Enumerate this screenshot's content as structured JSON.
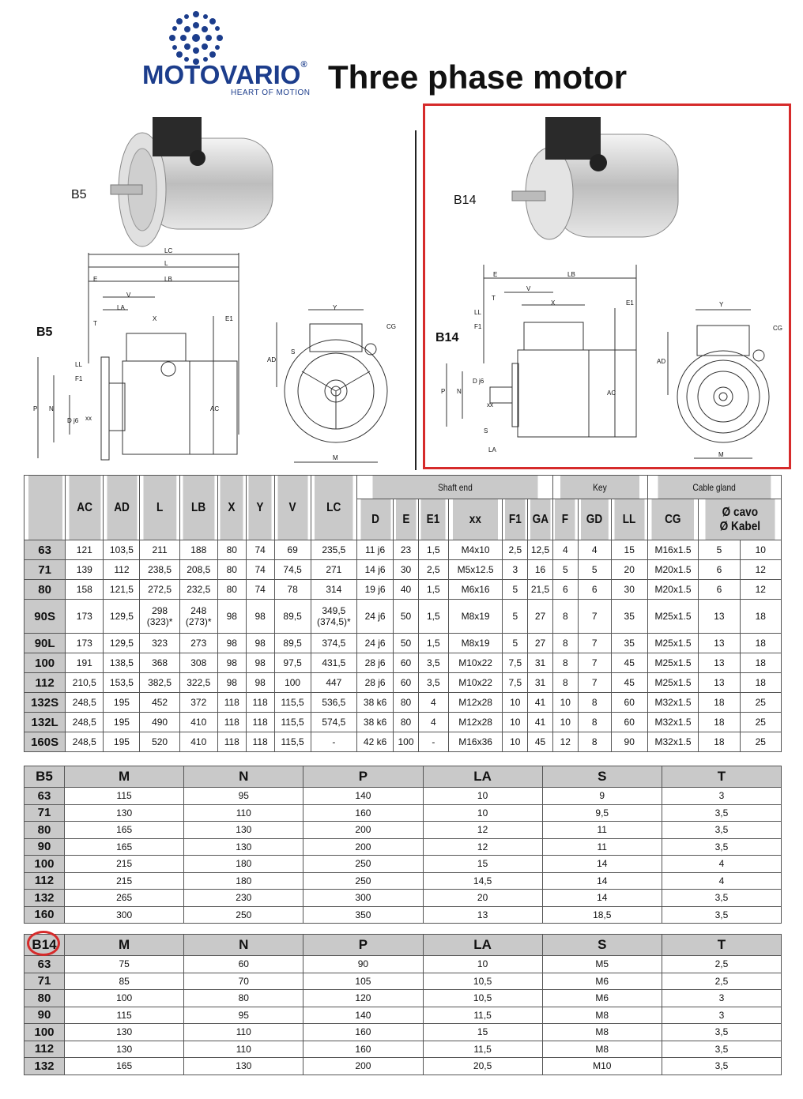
{
  "header": {
    "brand": "MOTOVARIO",
    "registered": "®",
    "tagline": "HEART OF MOTION",
    "title": "Three phase motor"
  },
  "drawings": {
    "b5_photo_label": "B5",
    "b14_photo_label": "B14",
    "b5_drawing_label": "B5",
    "b14_drawing_label": "B14",
    "dim_labels": [
      "LC",
      "L",
      "E",
      "LB",
      "V",
      "LA",
      "X",
      "E1",
      "T",
      "LL",
      "F1",
      "P",
      "N",
      "D j6",
      "xx",
      "AC",
      "Y",
      "CG",
      "AD",
      "S",
      "M"
    ]
  },
  "main_table": {
    "group_headers": {
      "shaft_end": "Shaft end",
      "key": "Key",
      "cable_gland": "Cable gland"
    },
    "columns": [
      "AC",
      "AD",
      "L",
      "LB",
      "X",
      "Y",
      "V",
      "LC",
      "D",
      "E",
      "E1",
      "xx",
      "F1",
      "GA",
      "F",
      "GD",
      "LL",
      "CG",
      "Ø cavo Ø Kabel"
    ],
    "cavo": "Ø cavo",
    "kabel": "Ø Kabel",
    "rows": [
      [
        "63",
        "121",
        "103,5",
        "211",
        "188",
        "80",
        "74",
        "69",
        "235,5",
        "11 j6",
        "23",
        "1,5",
        "M4x10",
        "2,5",
        "12,5",
        "4",
        "4",
        "15",
        "M16x1.5",
        "5",
        "10"
      ],
      [
        "71",
        "139",
        "112",
        "238,5",
        "208,5",
        "80",
        "74",
        "74,5",
        "271",
        "14 j6",
        "30",
        "2,5",
        "M5x12.5",
        "3",
        "16",
        "5",
        "5",
        "20",
        "M20x1.5",
        "6",
        "12"
      ],
      [
        "80",
        "158",
        "121,5",
        "272,5",
        "232,5",
        "80",
        "74",
        "78",
        "314",
        "19 j6",
        "40",
        "1,5",
        "M6x16",
        "5",
        "21,5",
        "6",
        "6",
        "30",
        "M20x1.5",
        "6",
        "12"
      ],
      [
        "90S",
        "173",
        "129,5",
        "298\n(323)*",
        "248\n(273)*",
        "98",
        "98",
        "89,5",
        "349,5\n(374,5)*",
        "24 j6",
        "50",
        "1,5",
        "M8x19",
        "5",
        "27",
        "8",
        "7",
        "35",
        "M25x1.5",
        "13",
        "18"
      ],
      [
        "90L",
        "173",
        "129,5",
        "323",
        "273",
        "98",
        "98",
        "89,5",
        "374,5",
        "24 j6",
        "50",
        "1,5",
        "M8x19",
        "5",
        "27",
        "8",
        "7",
        "35",
        "M25x1.5",
        "13",
        "18"
      ],
      [
        "100",
        "191",
        "138,5",
        "368",
        "308",
        "98",
        "98",
        "97,5",
        "431,5",
        "28 j6",
        "60",
        "3,5",
        "M10x22",
        "7,5",
        "31",
        "8",
        "7",
        "45",
        "M25x1.5",
        "13",
        "18"
      ],
      [
        "112",
        "210,5",
        "153,5",
        "382,5",
        "322,5",
        "98",
        "98",
        "100",
        "447",
        "28 j6",
        "60",
        "3,5",
        "M10x22",
        "7,5",
        "31",
        "8",
        "7",
        "45",
        "M25x1.5",
        "13",
        "18"
      ],
      [
        "132S",
        "248,5",
        "195",
        "452",
        "372",
        "118",
        "118",
        "115,5",
        "536,5",
        "38 k6",
        "80",
        "4",
        "M12x28",
        "10",
        "41",
        "10",
        "8",
        "60",
        "M32x1.5",
        "18",
        "25"
      ],
      [
        "132L",
        "248,5",
        "195",
        "490",
        "410",
        "118",
        "118",
        "115,5",
        "574,5",
        "38 k6",
        "80",
        "4",
        "M12x28",
        "10",
        "41",
        "10",
        "8",
        "60",
        "M32x1.5",
        "18",
        "25"
      ],
      [
        "160S",
        "248,5",
        "195",
        "520",
        "410",
        "118",
        "118",
        "115,5",
        "-",
        "42 k6",
        "100",
        "-",
        "M16x36",
        "10",
        "45",
        "12",
        "8",
        "90",
        "M32x1.5",
        "18",
        "25"
      ]
    ]
  },
  "b5_table": {
    "columns": [
      "B5",
      "M",
      "N",
      "P",
      "LA",
      "S",
      "T"
    ],
    "rows": [
      [
        "63",
        "115",
        "95",
        "140",
        "10",
        "9",
        "3"
      ],
      [
        "71",
        "130",
        "110",
        "160",
        "10",
        "9,5",
        "3,5"
      ],
      [
        "80",
        "165",
        "130",
        "200",
        "12",
        "11",
        "3,5"
      ],
      [
        "90",
        "165",
        "130",
        "200",
        "12",
        "11",
        "3,5"
      ],
      [
        "100",
        "215",
        "180",
        "250",
        "15",
        "14",
        "4"
      ],
      [
        "112",
        "215",
        "180",
        "250",
        "14,5",
        "14",
        "4"
      ],
      [
        "132",
        "265",
        "230",
        "300",
        "20",
        "14",
        "3,5"
      ],
      [
        "160",
        "300",
        "250",
        "350",
        "13",
        "18,5",
        "3,5"
      ]
    ]
  },
  "b14_table": {
    "columns": [
      "B14",
      "M",
      "N",
      "P",
      "LA",
      "S",
      "T"
    ],
    "rows": [
      [
        "63",
        "75",
        "60",
        "90",
        "10",
        "M5",
        "2,5"
      ],
      [
        "71",
        "85",
        "70",
        "105",
        "10,5",
        "M6",
        "2,5"
      ],
      [
        "80",
        "100",
        "80",
        "120",
        "10,5",
        "M6",
        "3"
      ],
      [
        "90",
        "115",
        "95",
        "140",
        "11,5",
        "M8",
        "3"
      ],
      [
        "100",
        "130",
        "110",
        "160",
        "15",
        "M8",
        "3,5"
      ],
      [
        "112",
        "130",
        "110",
        "160",
        "11,5",
        "M8",
        "3,5"
      ],
      [
        "132",
        "165",
        "130",
        "200",
        "20,5",
        "M10",
        "3,5"
      ]
    ]
  },
  "colors": {
    "brand": "#1c3d8c",
    "highlight": "#d62b2b",
    "header_bg": "#c9c9c9"
  }
}
